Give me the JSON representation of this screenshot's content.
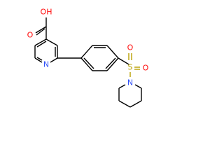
{
  "molecule": {
    "atom_labels": {
      "carboxyl_hydroxyl": "OH",
      "carbonyl_oxygen": "O",
      "pyridine_nitrogen": "N",
      "sulfonyl_sulfur": "S",
      "sulfonyl_oxygen_upper": "O",
      "sulfonyl_oxygen_lower": "O",
      "piperidine_nitrogen": "N"
    },
    "colors": {
      "bond": "#000000",
      "oxygen": "#ff0d0d",
      "nitrogen": "#3050f8",
      "sulfur": "#b8a000"
    }
  }
}
